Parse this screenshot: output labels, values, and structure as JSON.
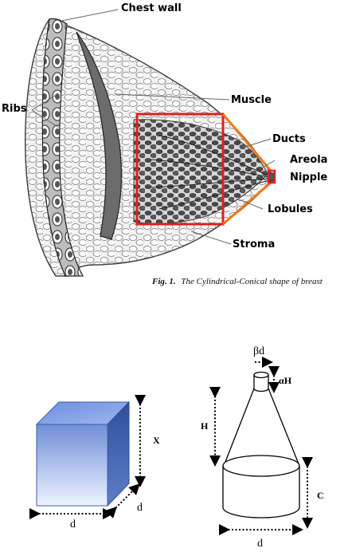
{
  "anatomy": {
    "labels": {
      "chest_wall": "Chest wall",
      "ribs": "Ribs",
      "muscle": "Muscle",
      "ducts": "Ducts",
      "areola": "Areola",
      "nipple": "Nipple",
      "lobules": "Lobules",
      "stroma": "Stroma"
    },
    "highlight_colors": {
      "rectangle": "#e0201b",
      "cone": "#f07a1a"
    }
  },
  "caption": {
    "prefix": "Fig. 1.",
    "text": "The Cylindrical-Conical shape of breast"
  },
  "cube_model": {
    "height_label": "X",
    "width_label": "d",
    "depth_label": "d",
    "fill_top": "#6f8fd8",
    "fill_bottom": "#eef3ff"
  },
  "cone_model": {
    "top_diameter_label": "βd",
    "top_height_label": "αH",
    "cone_height_label": "H",
    "cylinder_height_label": "C",
    "base_diameter_label": "d"
  }
}
